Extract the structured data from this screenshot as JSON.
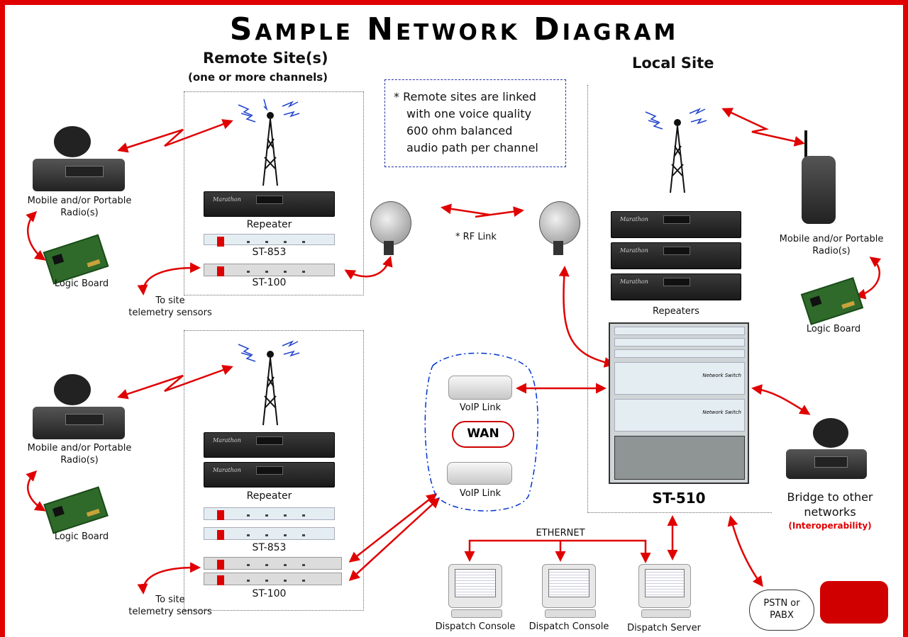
{
  "title": "Sample Network Diagram",
  "remote_site": {
    "heading": "Remote Site(s)",
    "subheading": "(one or more channels)"
  },
  "local_site": {
    "heading": "Local Site"
  },
  "note": {
    "line1": "* Remote sites are linked",
    "line2": "with one voice quality",
    "line3": "600 ohm balanced",
    "line4": "audio path per channel"
  },
  "labels": {
    "mobile_radio_line1": "Mobile and/or Portable",
    "mobile_radio_line2": "Radio(s)",
    "logic_board": "Logic Board",
    "repeater": "Repeater",
    "repeaters": "Repeaters",
    "st853": "ST-853",
    "st100": "ST-100",
    "to_site_line1": "To site",
    "to_site_line2": "telemetry sensors",
    "rf_link": "* RF Link",
    "voip_link": "VoIP Link",
    "wan": "WAN",
    "st510": "ST-510",
    "bridge_line1": "Bridge to other",
    "bridge_line2": "networks",
    "interoperability": "(Interoperability)",
    "ethernet": "ETHERNET",
    "dispatch_console": "Dispatch Console",
    "dispatch_server": "Dispatch Server",
    "pstn_line1": "PSTN or",
    "pstn_line2": "PABX"
  },
  "equipment_text": {
    "repeater_brand": "Marathon",
    "network_switch": "Network Switch"
  },
  "colors": {
    "frame": "#e00000",
    "arrow": "#e00000",
    "wan_border": "#0033cc",
    "interop": "#e00000"
  }
}
